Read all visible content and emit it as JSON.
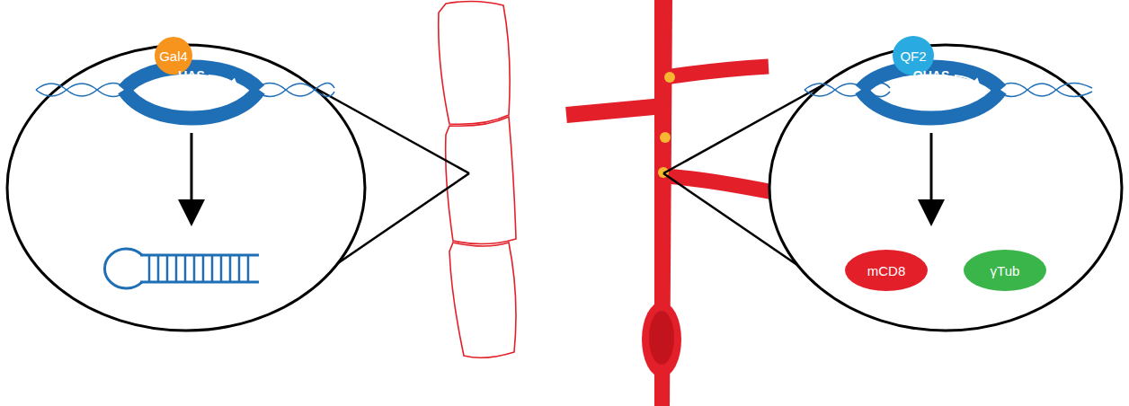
{
  "diagram": {
    "nodes": [
      {
        "text": [
          "Gal4"
        ]
      },
      {
        "text": [
          "QF2"
        ]
      },
      {
        "text": [
          "mCD8"
        ]
      },
      {
        "text": [
          "γTub"
        ]
      }
    ],
    "labels": [
      "UAS",
      "QUAS"
    ]
  }
}
